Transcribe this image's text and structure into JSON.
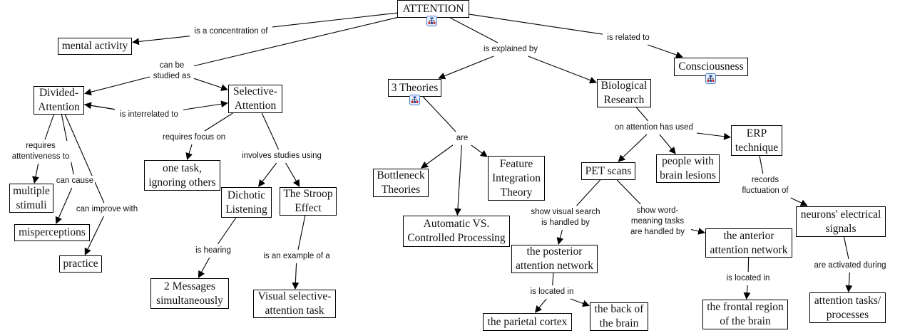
{
  "concept_map": {
    "nodes": [
      {
        "id": "attention",
        "text": "ATTENTION",
        "has_submap": true
      },
      {
        "id": "mental",
        "text": "mental activity"
      },
      {
        "id": "divided",
        "text": "Divided-\nAttention"
      },
      {
        "id": "selective",
        "text": "Selective-\nAttention"
      },
      {
        "id": "theories",
        "text": "3 Theories",
        "has_submap": true
      },
      {
        "id": "bio",
        "text": "Biological\nResearch"
      },
      {
        "id": "conscious",
        "text": "Consciousness",
        "has_submap": true
      },
      {
        "id": "multiple",
        "text": "multiple\nstimuli"
      },
      {
        "id": "misperc",
        "text": "misperceptions"
      },
      {
        "id": "practice",
        "text": "practice"
      },
      {
        "id": "onetask",
        "text": "one task,\nignoring others"
      },
      {
        "id": "dichotic",
        "text": "Dichotic\nListening"
      },
      {
        "id": "stroop",
        "text": "The Stroop\nEffect"
      },
      {
        "id": "twomsg",
        "text": "2 Messages\nsimultaneously"
      },
      {
        "id": "visualsel",
        "text": "Visual selective-\nattention task"
      },
      {
        "id": "bottleneck",
        "text": "Bottleneck\nTheories"
      },
      {
        "id": "feature",
        "text": "Feature\nIntegration\nTheory"
      },
      {
        "id": "automatic",
        "text": "Automatic VS.\nControlled Processing"
      },
      {
        "id": "pet",
        "text": "PET scans"
      },
      {
        "id": "lesions",
        "text": "people with\nbrain lesions"
      },
      {
        "id": "erp",
        "text": "ERP\ntechnique"
      },
      {
        "id": "posterior",
        "text": "the posterior\nattention network"
      },
      {
        "id": "parietal",
        "text": "the parietal cortex"
      },
      {
        "id": "back",
        "text": "the back of\nthe brain"
      },
      {
        "id": "anterior",
        "text": "the anterior\nattention network"
      },
      {
        "id": "frontal",
        "text": "the frontal region\nof the brain"
      },
      {
        "id": "neurons",
        "text": "neurons' electrical\nsignals"
      },
      {
        "id": "tasks",
        "text": "attention tasks/\nprocesses"
      }
    ],
    "linking_phrases": [
      {
        "id": "l_conc",
        "text": "is a concentration of"
      },
      {
        "id": "l_studied",
        "text": "can be\nstudied as"
      },
      {
        "id": "l_explained",
        "text": "is explained by"
      },
      {
        "id": "l_related",
        "text": "is related to"
      },
      {
        "id": "l_inter",
        "text": "is interrelated to"
      },
      {
        "id": "l_requires_att",
        "text": "requires\nattentiveness to"
      },
      {
        "id": "l_cause",
        "text": "can cause"
      },
      {
        "id": "l_improve",
        "text": "can improve with"
      },
      {
        "id": "l_focus",
        "text": "requires focus on"
      },
      {
        "id": "l_involves",
        "text": "involves studies using"
      },
      {
        "id": "l_hearing",
        "text": "is hearing"
      },
      {
        "id": "l_example",
        "text": "is an example of a"
      },
      {
        "id": "l_are",
        "text": "are"
      },
      {
        "id": "l_used",
        "text": "on attention has used"
      },
      {
        "id": "l_records",
        "text": "records\nfluctuation of"
      },
      {
        "id": "l_visual",
        "text": "show visual search\nis handled by"
      },
      {
        "id": "l_word",
        "text": "show word-\nmeaning tasks\nare handled by"
      },
      {
        "id": "l_loc1",
        "text": "is located in"
      },
      {
        "id": "l_loc2",
        "text": "is located in"
      },
      {
        "id": "l_activated",
        "text": "are activated during"
      }
    ],
    "connections": [
      [
        "attention",
        "l_conc"
      ],
      [
        "l_conc",
        "mental"
      ],
      [
        "attention",
        "l_studied"
      ],
      [
        "l_studied",
        "divided"
      ],
      [
        "l_studied",
        "selective"
      ],
      [
        "attention",
        "l_explained"
      ],
      [
        "l_explained",
        "theories"
      ],
      [
        "l_explained",
        "bio"
      ],
      [
        "attention",
        "l_related"
      ],
      [
        "l_related",
        "conscious"
      ],
      [
        "divided",
        "l_inter"
      ],
      [
        "l_inter",
        "selective"
      ],
      [
        "l_inter",
        "divided"
      ],
      [
        "divided",
        "l_requires_att"
      ],
      [
        "l_requires_att",
        "multiple"
      ],
      [
        "divided",
        "l_cause"
      ],
      [
        "l_cause",
        "misperc"
      ],
      [
        "divided",
        "l_improve"
      ],
      [
        "l_improve",
        "practice"
      ],
      [
        "selective",
        "l_focus"
      ],
      [
        "l_focus",
        "onetask"
      ],
      [
        "selective",
        "l_involves"
      ],
      [
        "l_involves",
        "dichotic"
      ],
      [
        "l_involves",
        "stroop"
      ],
      [
        "dichotic",
        "l_hearing"
      ],
      [
        "l_hearing",
        "twomsg"
      ],
      [
        "stroop",
        "l_example"
      ],
      [
        "l_example",
        "visualsel"
      ],
      [
        "theories",
        "l_are"
      ],
      [
        "l_are",
        "bottleneck"
      ],
      [
        "l_are",
        "automatic"
      ],
      [
        "l_are",
        "feature"
      ],
      [
        "bio",
        "l_used"
      ],
      [
        "l_used",
        "pet"
      ],
      [
        "l_used",
        "lesions"
      ],
      [
        "l_used",
        "erp"
      ],
      [
        "erp",
        "l_records"
      ],
      [
        "l_records",
        "neurons"
      ],
      [
        "pet",
        "l_visual"
      ],
      [
        "l_visual",
        "posterior"
      ],
      [
        "pet",
        "l_word"
      ],
      [
        "l_word",
        "anterior"
      ],
      [
        "posterior",
        "l_loc1"
      ],
      [
        "l_loc1",
        "parietal"
      ],
      [
        "l_loc1",
        "back"
      ],
      [
        "anterior",
        "l_loc2"
      ],
      [
        "l_loc2",
        "frontal"
      ],
      [
        "neurons",
        "l_activated"
      ],
      [
        "l_activated",
        "tasks"
      ]
    ]
  }
}
